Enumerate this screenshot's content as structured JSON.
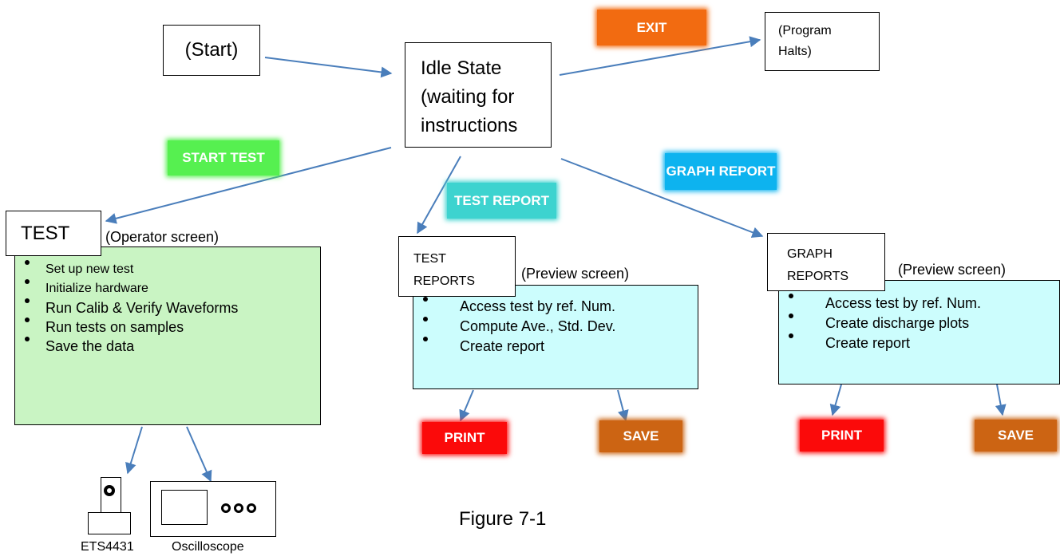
{
  "start": {
    "label": "(Start)"
  },
  "idle": {
    "lines": [
      "Idle State",
      "(waiting for",
      "instructions"
    ]
  },
  "halt": {
    "lines": [
      "(Program",
      "Halts)"
    ]
  },
  "badges": {
    "exit": {
      "label": "EXIT",
      "color": "#f26b11"
    },
    "start_test": {
      "label": "START TEST",
      "color": "#56f050"
    },
    "test_report": {
      "label": "TEST REPORT",
      "color": "#3dd3cf"
    },
    "graph_report": {
      "label": "GRAPH REPORT",
      "color": "#0db3ef"
    },
    "print1": {
      "label": "PRINT",
      "color": "#fb0a0a"
    },
    "save1": {
      "label": "SAVE",
      "color": "#cc6413"
    },
    "print2": {
      "label": "PRINT",
      "color": "#fb0a0a"
    },
    "save2": {
      "label": "SAVE",
      "color": "#cc6413"
    }
  },
  "test": {
    "title": "TEST",
    "subtitle": "(Operator screen)",
    "items": [
      "Set up new test",
      "Initialize hardware",
      "Run Calib & Verify Waveforms",
      "Run tests on samples",
      "Save the data"
    ],
    "panel_color": "#c9f4c3"
  },
  "test_reports": {
    "title_lines": [
      "TEST",
      "REPORTS"
    ],
    "subtitle": "(Preview screen)",
    "items": [
      "Access test by ref. Num.",
      "Compute Ave., Std. Dev.",
      "Create report"
    ],
    "panel_color": "#ccfdfd"
  },
  "graph_reports": {
    "title_lines": [
      "GRAPH",
      "REPORTS"
    ],
    "subtitle": "(Preview screen)",
    "items": [
      "Access test by ref. Num.",
      "Create discharge plots",
      "Create report"
    ],
    "panel_color": "#ccfdfd"
  },
  "devices": {
    "ets": {
      "label": "ETS4431"
    },
    "scope": {
      "label": "Oscilloscope"
    }
  },
  "caption": "Figure 7-1",
  "arrow_color": "#4a7ebb"
}
